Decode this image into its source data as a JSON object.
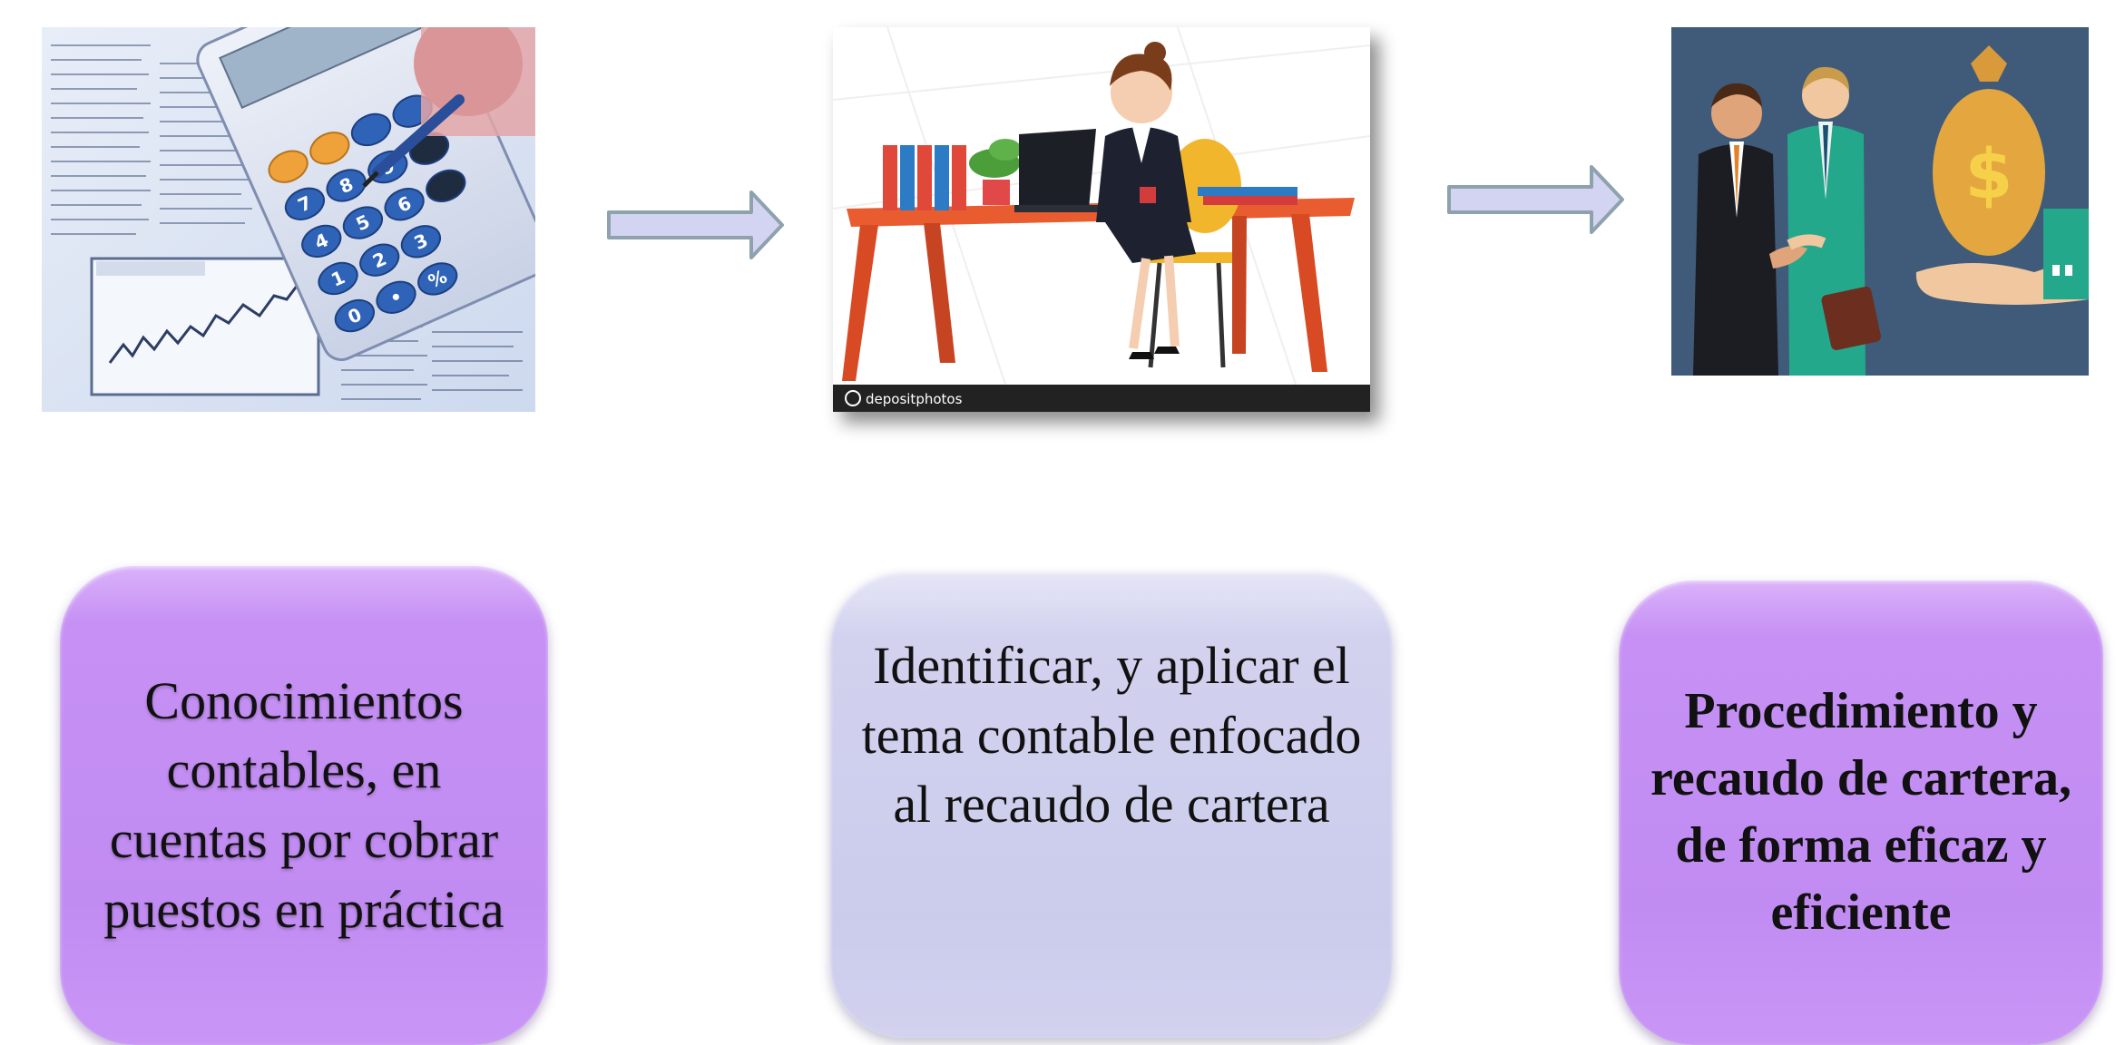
{
  "diagram": {
    "step1": {
      "image": "calculator-and-financial-newspaper",
      "text": "Conocimientos contables, en cuentas por cobrar puestos en práctica",
      "box_color": "#c18cf2"
    },
    "step2": {
      "image": "woman-working-at-desk-illustration",
      "watermark_text": "depositphotos",
      "text": "Identificar, y aplicar el tema contable enfocado al recaudo de cartera",
      "box_color": "#cbcbec"
    },
    "step3": {
      "image": "handshake-and-money-bag-illustration",
      "text": "Procedimiento y recaudo de cartera, de forma eficaz y eficiente",
      "box_color": "#c18cf2"
    },
    "arrow_color": "#d3d4f2",
    "arrow_border_color": "#8ea2ad"
  }
}
